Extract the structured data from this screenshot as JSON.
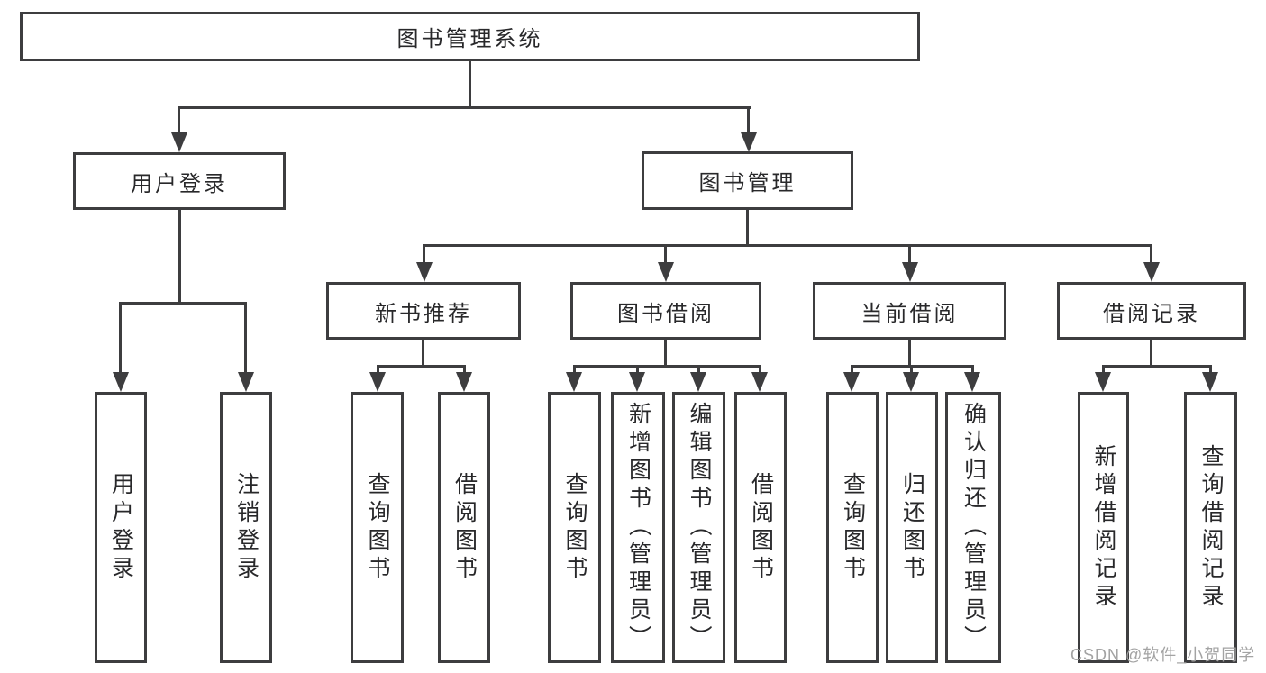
{
  "diagram": {
    "title": "图书管理系统",
    "root": "图书管理系统",
    "user_login": {
      "label": "用户登录",
      "children": [
        "用户登录",
        "注销登录"
      ]
    },
    "book_mgmt": {
      "label": "图书管理",
      "sections": [
        {
          "label": "新书推荐",
          "children": [
            "查询图书",
            "借阅图书"
          ]
        },
        {
          "label": "图书借阅",
          "children": [
            "查询图书",
            "新增图书（管理员）",
            "编辑图书（管理员）",
            "借阅图书"
          ]
        },
        {
          "label": "当前借阅",
          "children": [
            "查询图书",
            "归还图书",
            "确认归还（管理员）"
          ]
        },
        {
          "label": "借阅记录",
          "children": [
            "新增借阅记录",
            "查询借阅记录"
          ]
        }
      ]
    },
    "watermark": "CSDN @软件_小贺同学",
    "colors": {
      "line": "#3d3d3f",
      "text": "#28282a",
      "watermark": "#a3a3a3",
      "background": "#ffffff"
    }
  }
}
